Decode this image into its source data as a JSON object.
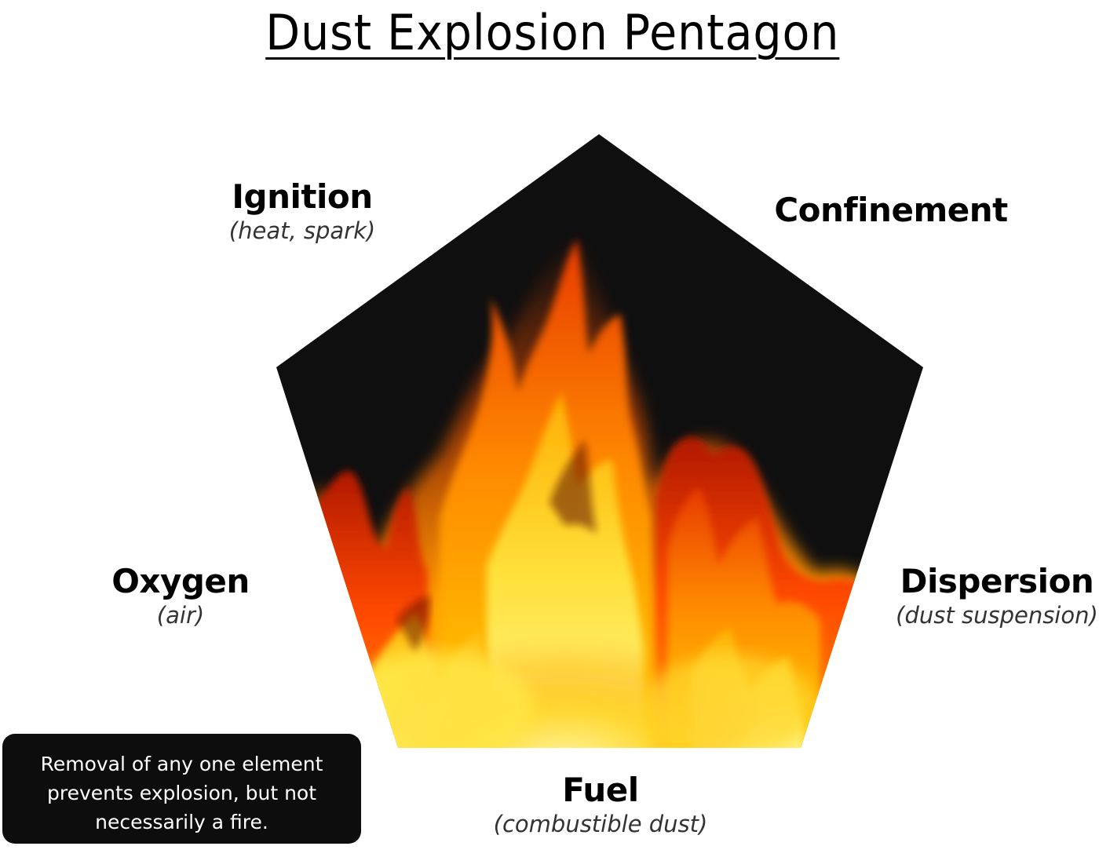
{
  "title": "Dust Explosion Pentagon",
  "pentagon": {
    "fill_color": "#0f0f0f",
    "flame_colors": [
      "#fff56a",
      "#ffc21a",
      "#ff7a00",
      "#d72800",
      "#5a0b00"
    ]
  },
  "elements": {
    "ignition": {
      "name": "Ignition",
      "sub": "(heat, spark)"
    },
    "confinement": {
      "name": "Confinement"
    },
    "oxygen": {
      "name": "Oxygen",
      "sub": "(air)"
    },
    "dispersion": {
      "name": "Dispersion",
      "sub": "(dust suspension)"
    },
    "fuel": {
      "name": "Fuel",
      "sub": "(combustible dust)"
    }
  },
  "note": {
    "lines": [
      "Removal of any one element",
      "prevents explosion, but not",
      "necessarily a fire."
    ]
  }
}
